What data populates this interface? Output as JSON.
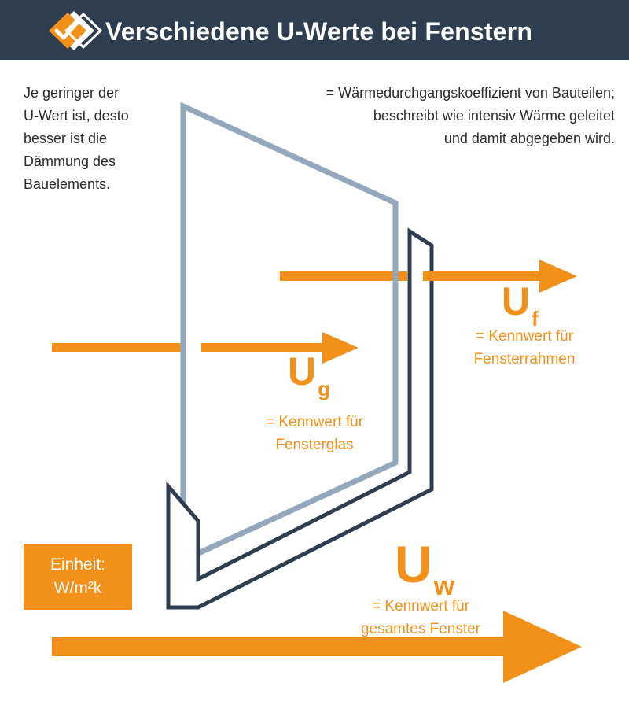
{
  "header": {
    "title": "Verschiedene U-Werte bei Fenstern",
    "logo_icon": "checkmark-diamond-logo-icon"
  },
  "notes": {
    "left": [
      "Je geringer der",
      "U-Wert ist, desto",
      "besser ist die",
      "Dämmung des",
      "Bauelements."
    ],
    "right": [
      "= Wärmedurchgangskoeffizient von Bauteilen;",
      "beschreibt wie intensiv Wärme geleitet",
      "und damit abgegeben wird."
    ]
  },
  "labels": {
    "ug": {
      "main": "U",
      "sub": "g",
      "desc": [
        "= Kennwert für",
        "Fensterglas"
      ]
    },
    "uf": {
      "main": "U",
      "sub": "f",
      "desc": [
        "= Kennwert für",
        "Fensterrahmen"
      ]
    },
    "uw": {
      "main": "U",
      "sub": "w",
      "desc": [
        "= Kennwert für",
        "gesamtes Fenster"
      ]
    }
  },
  "unit_box": {
    "line1": "Einheit:",
    "line2": "W/m²k"
  },
  "colors": {
    "header_bg": "#2c3e50",
    "orange": "#f39019",
    "glass": "#93a8bd",
    "frame": "#2c3e50"
  }
}
